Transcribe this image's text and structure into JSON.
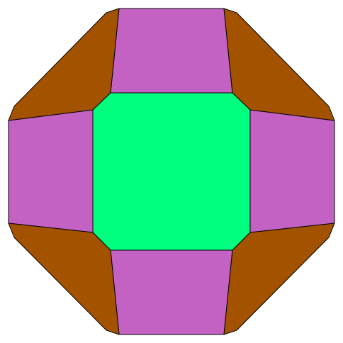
{
  "figure": {
    "faces": [
      {
        "name": "octagon-face-center",
        "kind": "octagon",
        "color": "#00ff7f"
      },
      {
        "name": "square-face-top",
        "kind": "square",
        "color": "#c462c4"
      },
      {
        "name": "square-face-right",
        "kind": "square",
        "color": "#c462c4"
      },
      {
        "name": "square-face-bottom",
        "kind": "square",
        "color": "#c462c4"
      },
      {
        "name": "square-face-left",
        "kind": "square",
        "color": "#c462c4"
      },
      {
        "name": "triangle-face-top-left",
        "kind": "triangle",
        "color": "#a35200"
      },
      {
        "name": "triangle-face-top-right",
        "kind": "triangle",
        "color": "#a35200"
      },
      {
        "name": "triangle-face-bottom-right",
        "kind": "triangle",
        "color": "#a35200"
      },
      {
        "name": "triangle-face-bottom-left",
        "kind": "triangle",
        "color": "#a35200"
      }
    ],
    "edge_color": "#000000",
    "background": "#ffffff"
  }
}
